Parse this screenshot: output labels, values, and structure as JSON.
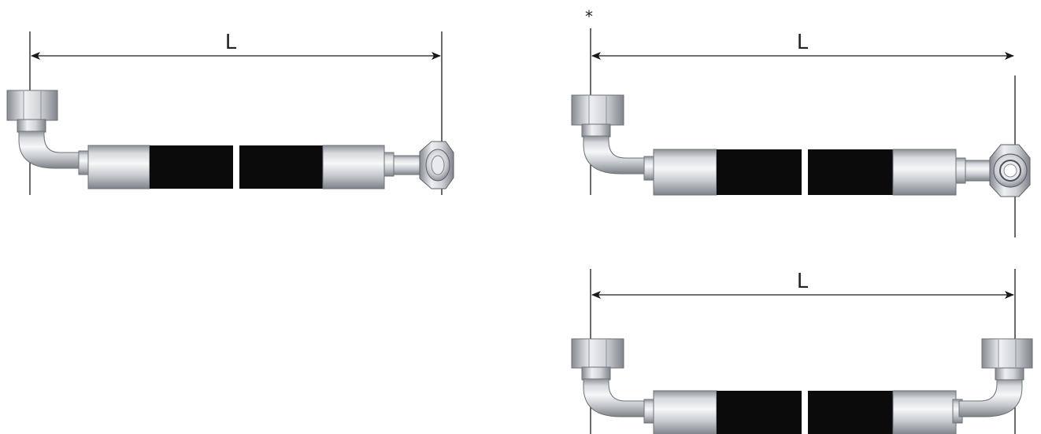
{
  "diagram": {
    "assemblies": [
      {
        "label": "L",
        "left_fitting": "elbow-nut",
        "right_fitting": "banjo-eye",
        "asterisk": ""
      },
      {
        "label": "L",
        "left_fitting": "elbow-nut",
        "right_fitting": "banjo-eye",
        "asterisk": "*"
      },
      {
        "label": "L",
        "left_fitting": "elbow-nut",
        "right_fitting": "elbow-nut",
        "asterisk": ""
      }
    ]
  },
  "colors": {
    "hose": "#0b0b0b",
    "ferrule_light": "#f0f1f3",
    "ferrule_dark": "#8a8f96",
    "line": "#1a1a1a"
  }
}
